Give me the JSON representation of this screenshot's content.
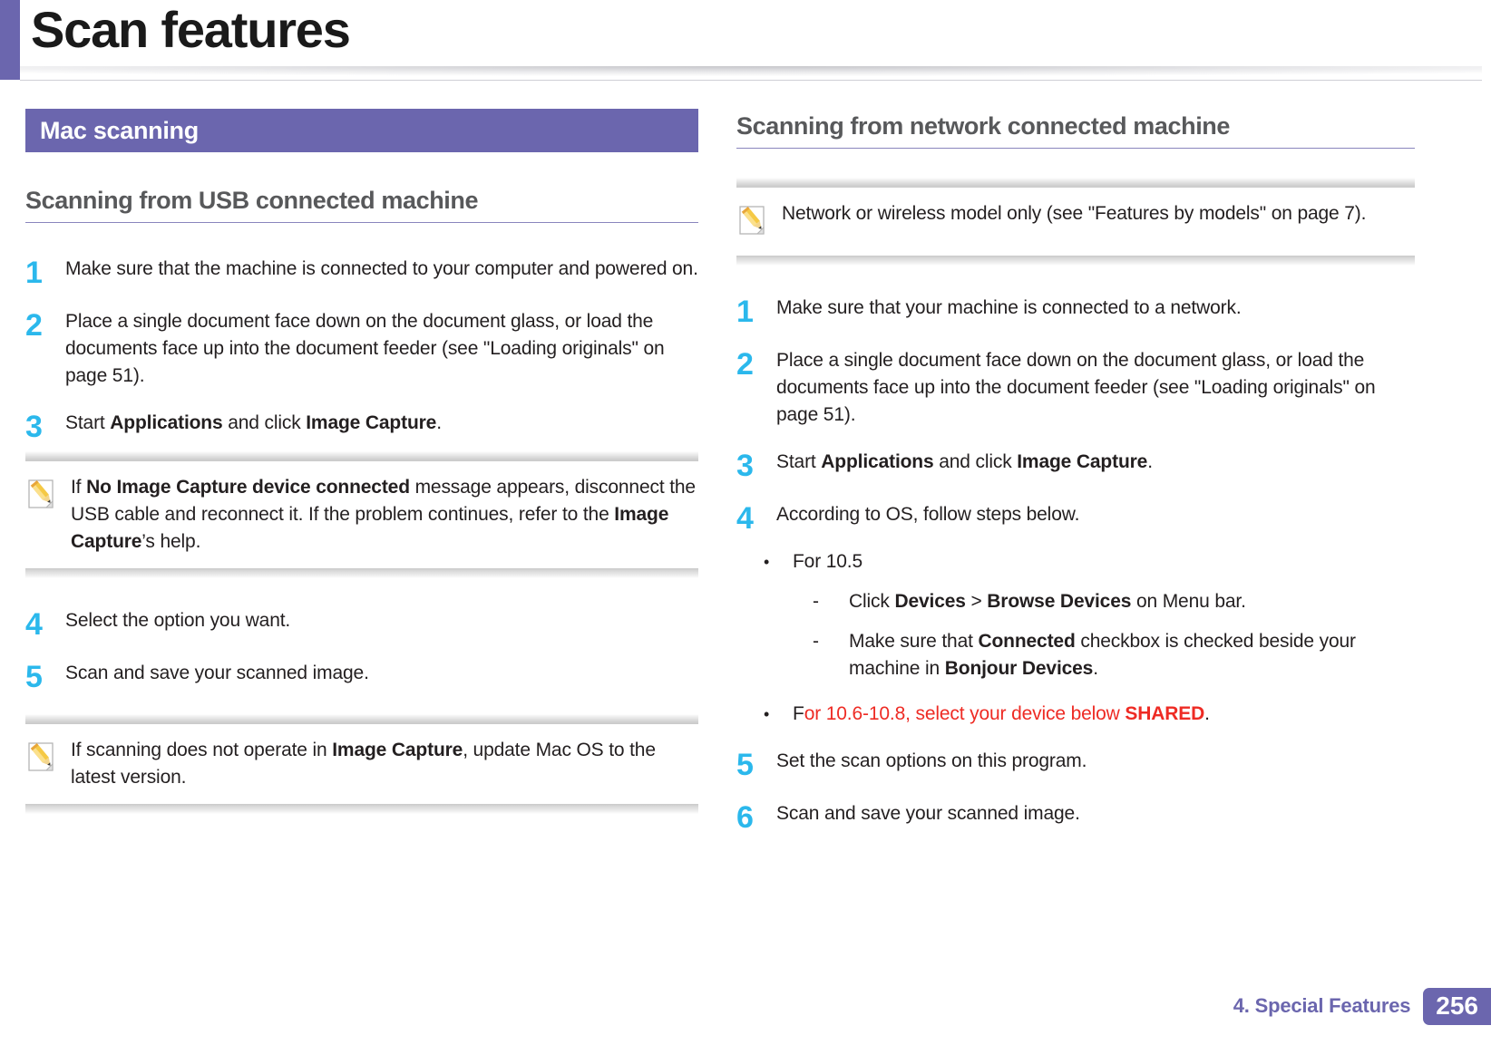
{
  "page": {
    "title": "Scan features",
    "footer_chapter": "4.  Special Features",
    "footer_page_number": "256",
    "accent_purple": "#6b66ae",
    "step_number_blue": "#2bb8ec",
    "alert_red": "#ee2b24",
    "heading_gray": "#58595b"
  },
  "left_column": {
    "section_bar_label": "Mac scanning",
    "subheading": "Scanning from USB connected machine",
    "steps": [
      {
        "number": "1",
        "parts": [
          {
            "text": "Make sure that the machine is connected to your computer and powered on.",
            "bold": false
          }
        ]
      },
      {
        "number": "2",
        "parts": [
          {
            "text": "Place a single document face down on the document glass, or load the documents face up into the document feeder (see \"Loading originals\" on page 51).",
            "bold": false
          }
        ]
      },
      {
        "number": "3",
        "parts": [
          {
            "text": "Start ",
            "bold": false
          },
          {
            "text": "Applications",
            "bold": true
          },
          {
            "text": " and click ",
            "bold": false
          },
          {
            "text": "Image Capture",
            "bold": true
          },
          {
            "text": ".",
            "bold": false
          }
        ]
      }
    ],
    "note_1": {
      "icon": "note-pencil-icon",
      "parts": [
        {
          "text": "If ",
          "bold": false
        },
        {
          "text": "No Image Capture device connected",
          "bold": true
        },
        {
          "text": " message appears, disconnect the USB cable and reconnect it. If the problem continues, refer to the ",
          "bold": false
        },
        {
          "text": "Image Capture",
          "bold": true
        },
        {
          "text": "’s help.",
          "bold": false
        }
      ]
    },
    "steps_after_note": [
      {
        "number": "4",
        "parts": [
          {
            "text": "Select the option you want.",
            "bold": false
          }
        ]
      },
      {
        "number": "5",
        "parts": [
          {
            "text": "Scan and save your scanned image.",
            "bold": false
          }
        ]
      }
    ],
    "note_2": {
      "icon": "note-pencil-icon",
      "parts": [
        {
          "text": "If scanning does not operate in ",
          "bold": false
        },
        {
          "text": "Image Capture",
          "bold": true
        },
        {
          "text": ", update Mac OS to the latest version.",
          "bold": false
        }
      ]
    }
  },
  "right_column": {
    "subheading": "Scanning from network connected machine",
    "note_1": {
      "icon": "note-pencil-icon",
      "parts": [
        {
          "text": "Network or wireless model only (see \"Features by models\" on page 7).",
          "bold": false
        }
      ]
    },
    "steps": [
      {
        "number": "1",
        "parts": [
          {
            "text": "Make sure that your machine is connected to a network.",
            "bold": false
          }
        ]
      },
      {
        "number": "2",
        "parts": [
          {
            "text": "Place a single document face down on the document glass, or load the documents face up into the document feeder (see \"Loading originals\" on page 51).",
            "bold": false
          }
        ]
      },
      {
        "number": "3",
        "parts": [
          {
            "text": "Start ",
            "bold": false
          },
          {
            "text": "Applications",
            "bold": true
          },
          {
            "text": " and click ",
            "bold": false
          },
          {
            "text": "Image Capture",
            "bold": true
          },
          {
            "text": ".",
            "bold": false
          }
        ]
      },
      {
        "number": "4",
        "parts": [
          {
            "text": " According to OS, follow steps below.",
            "bold": false
          }
        ]
      }
    ],
    "step4_bullets": [
      {
        "marker": "•",
        "level": 1,
        "parts": [
          {
            "text": "For 10.5",
            "bold": false
          }
        ]
      },
      {
        "marker": "-",
        "level": 2,
        "parts": [
          {
            "text": "Click ",
            "bold": false
          },
          {
            "text": "Devices",
            "bold": true
          },
          {
            "text": " > ",
            "bold": false
          },
          {
            "text": "Browse Devices",
            "bold": true
          },
          {
            "text": " on Menu bar.",
            "bold": false
          }
        ]
      },
      {
        "marker": "-",
        "level": 2,
        "parts": [
          {
            "text": "Make sure that ",
            "bold": false
          },
          {
            "text": "Connected",
            "bold": true
          },
          {
            "text": " checkbox is checked beside your machine in ",
            "bold": false
          },
          {
            "text": "Bonjour Devices",
            "bold": true
          },
          {
            "text": ".",
            "bold": false
          }
        ]
      },
      {
        "marker": "•",
        "level": 1,
        "parts": [
          {
            "text": "F",
            "bold": false
          },
          {
            "text": "or 10.6-10.8, select your device below ",
            "bold": false,
            "color": "red"
          },
          {
            "text": "SHARED",
            "bold": true,
            "color": "red"
          },
          {
            "text": ".",
            "bold": false
          }
        ]
      }
    ],
    "steps_after_bullets": [
      {
        "number": "5",
        "parts": [
          {
            "text": "Set the scan options on this program.",
            "bold": false
          }
        ]
      },
      {
        "number": "6",
        "parts": [
          {
            "text": "Scan and save your scanned image.",
            "bold": false
          }
        ]
      }
    ]
  }
}
